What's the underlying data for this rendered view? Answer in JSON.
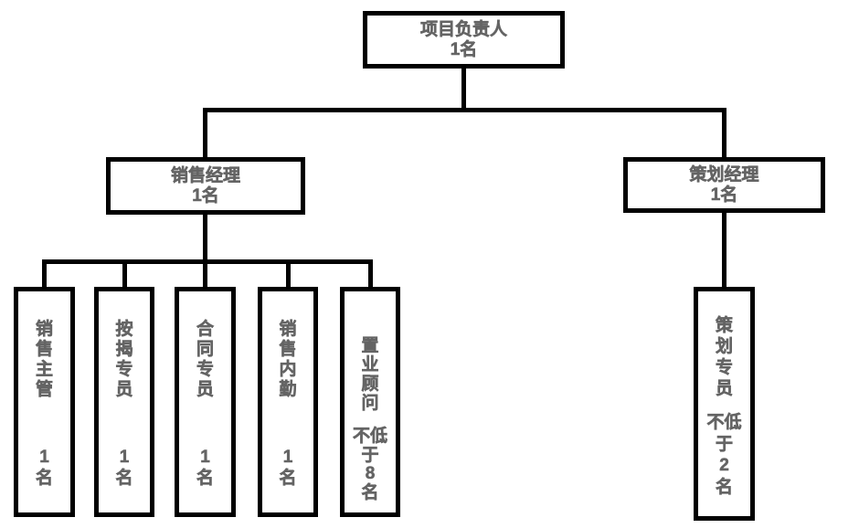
{
  "colors": {
    "background": "#ffffff",
    "box_border": "#000000",
    "connector": "#000000",
    "text": "#646464"
  },
  "org_chart": {
    "root": {
      "title": "项目负责人",
      "count": "1名",
      "display": "项目负责人\n1名"
    },
    "managers": [
      {
        "title": "销售经理",
        "count": "1名",
        "display": "销售经理\n1名"
      },
      {
        "title": "策划经理",
        "count": "1名",
        "display": "策划经理\n1名"
      }
    ],
    "sales_staff": [
      {
        "title": "销售主管",
        "count": "1名",
        "title_display": "销\n售\n主\n管",
        "count_display": "1\n名"
      },
      {
        "title": "按揭专员",
        "count": "1名",
        "title_display": "按\n揭\n专\n员",
        "count_display": "1\n名"
      },
      {
        "title": "合同专员",
        "count": "1名",
        "title_display": "合\n同\n专\n员",
        "count_display": "1\n名"
      },
      {
        "title": "销售内勤",
        "count": "1名",
        "title_display": "销\n售\n内\n勤",
        "count_display": "1\n名"
      },
      {
        "title": "置业顾问",
        "count": "不低于8名",
        "title_display": "置\n业\n顾\n问",
        "count_display": "不低\n于\n8\n名"
      }
    ],
    "planning_staff": [
      {
        "title": "策划专员",
        "count": "不低于2名",
        "title_display": "策\n划\n专\n员",
        "count_display": "不低\n于\n2\n名"
      }
    ]
  }
}
